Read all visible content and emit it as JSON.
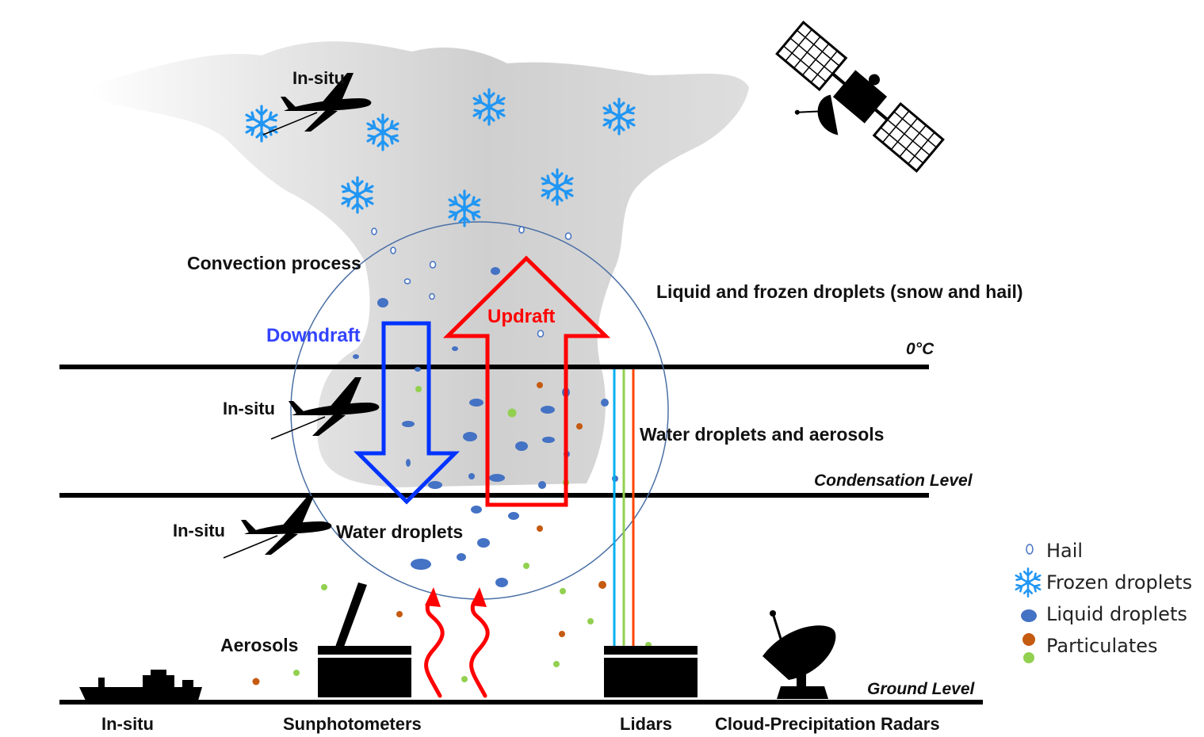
{
  "labels": {
    "insitu_top": "In-situ",
    "convection": "Convection process",
    "liquid_frozen": "Liquid and  frozen droplets (snow and hail)",
    "downdraft": "Downdraft",
    "updraft": "Updraft",
    "zero_c": "0°C",
    "insitu_mid": "In-situ",
    "water_aerosols": "Water droplets and aerosols",
    "condensation": "Condensation  Level",
    "insitu_low": "In-situ",
    "water_droplets": "Water droplets",
    "aerosols": "Aerosols",
    "ground": "Ground  Level",
    "bottom_insitu": "In-situ",
    "bottom_sunphotometers": "Sunphotometers",
    "bottom_lidars": "Lidars",
    "bottom_radars": "Cloud-Precipitation Radars"
  },
  "legend": [
    {
      "icon": "hail-icon",
      "label": "Hail"
    },
    {
      "icon": "snowflake-icon",
      "label": "Frozen droplets"
    },
    {
      "icon": "liquid-droplet-icon",
      "label": "Liquid droplets"
    },
    {
      "icon": "particulate-icon",
      "label": "Particulates"
    }
  ],
  "colors": {
    "frozen": "#2196f3",
    "liquid": "#4472c4",
    "particulate_orange": "#c55a11",
    "particulate_green": "#92d050",
    "updraft": "#ff0000",
    "downdraft": "#0033ff",
    "lidar_blue": "#00b0f0",
    "lidar_green": "#92d050",
    "lidar_red": "#ff4500",
    "cloud": "#d6d6d6"
  }
}
